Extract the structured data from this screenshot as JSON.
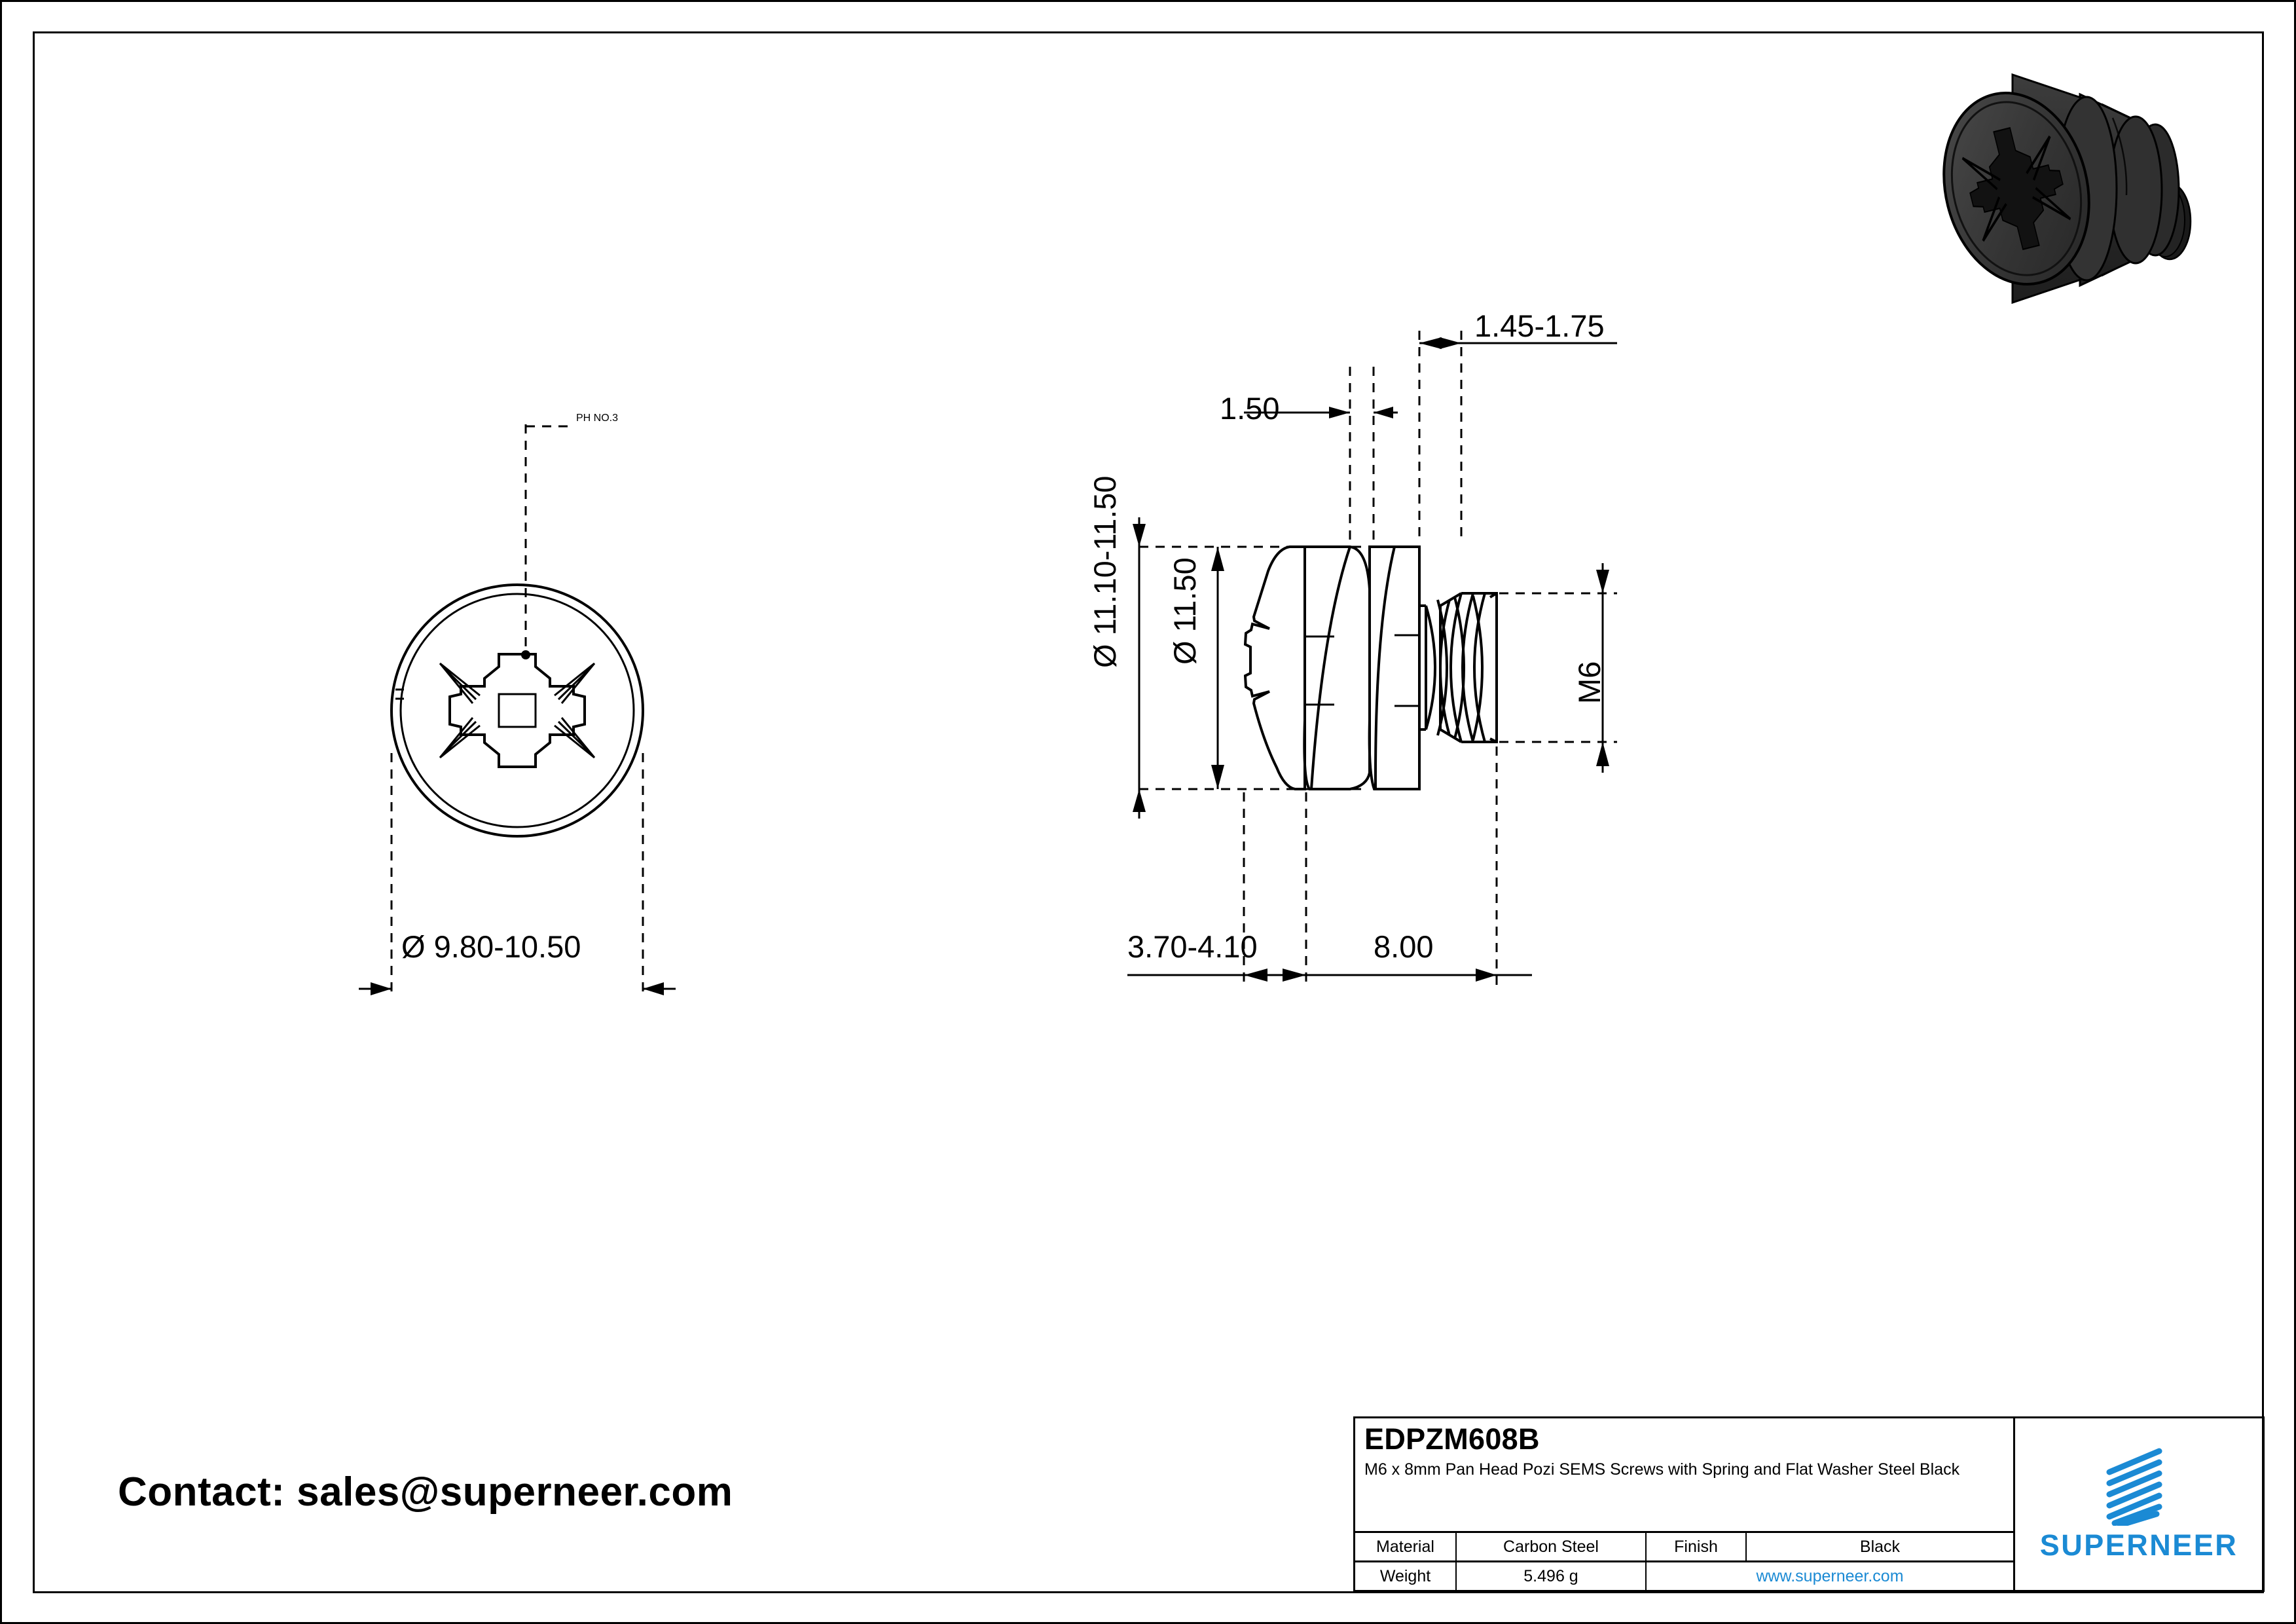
{
  "contact": {
    "text": "Contact: sales@superneer.com"
  },
  "title_block": {
    "part_code": "EDPZM608B",
    "part_name": "M6 x 8mm Pan Head Pozi SEMS Screws with Spring and Flat Washer Steel Black",
    "material_label": "Material",
    "material_value": "Carbon Steel",
    "finish_label": "Finish",
    "finish_value": "Black",
    "weight_label": "Weight",
    "weight_value": "5.496 g",
    "website": "www.superneer.com",
    "brand": "SUPERNEER",
    "brand_color": "#1b8ad4"
  },
  "drawing": {
    "front_view": {
      "drive_callout": "PH NO.3",
      "head_diameter": "Ø 9.80-10.50"
    },
    "side_view": {
      "spring_washer_thickness": "1.50",
      "flat_washer_thickness": "1.45-1.75",
      "outer_washer_diameter": "Ø 11.10-11.50",
      "spring_washer_diameter": "Ø 11.50",
      "head_height": "3.70-4.10",
      "thread_length": "8.00",
      "thread_spec": "M6"
    }
  },
  "render": {
    "alt": "3d-screw-render",
    "body_color": "#2e2e2e"
  }
}
